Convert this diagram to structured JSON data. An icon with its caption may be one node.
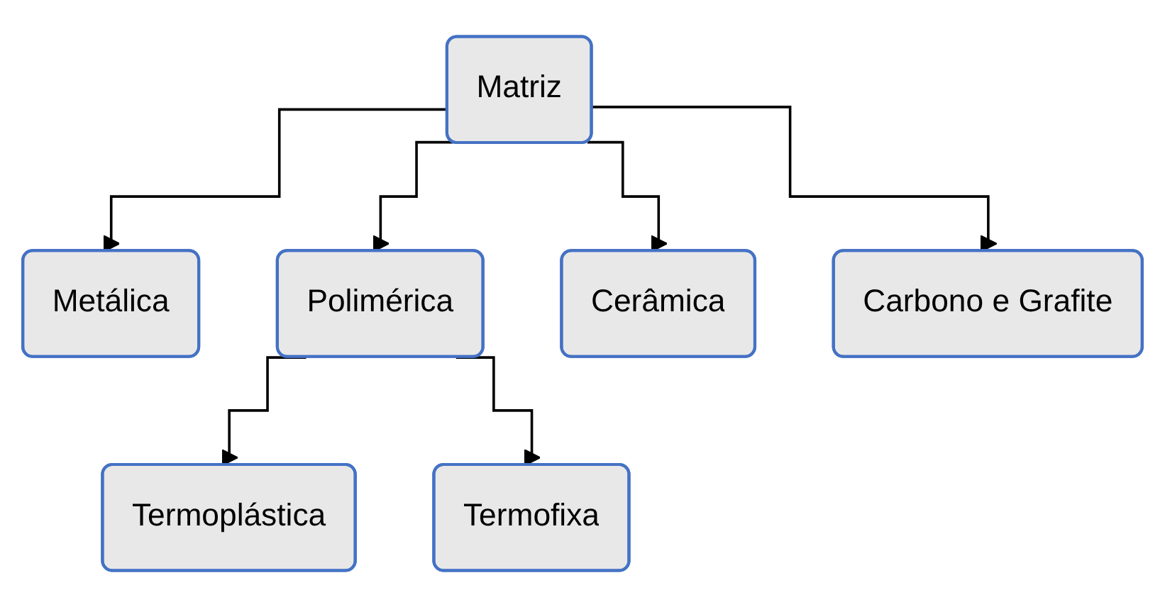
{
  "diagram": {
    "nodes": [
      {
        "text": [
          "Matriz"
        ]
      },
      {
        "text": [
          "Metálica"
        ]
      },
      {
        "text": [
          "Polimérica"
        ]
      },
      {
        "text": [
          "Cerâmica"
        ]
      },
      {
        "text": [
          "Carbono e Grafite"
        ]
      },
      {
        "text": [
          "Termoplástica"
        ]
      },
      {
        "text": [
          "Termofixa"
        ]
      }
    ],
    "edges": [
      {
        "from": 0,
        "to": 1,
        "arrow": "to"
      },
      {
        "from": 0,
        "to": 2,
        "arrow": "to"
      },
      {
        "from": 0,
        "to": 3,
        "arrow": "to"
      },
      {
        "from": 0,
        "to": 4,
        "arrow": "to"
      },
      {
        "from": 2,
        "to": 5,
        "arrow": "to"
      },
      {
        "from": 2,
        "to": 6,
        "arrow": "to"
      }
    ]
  }
}
